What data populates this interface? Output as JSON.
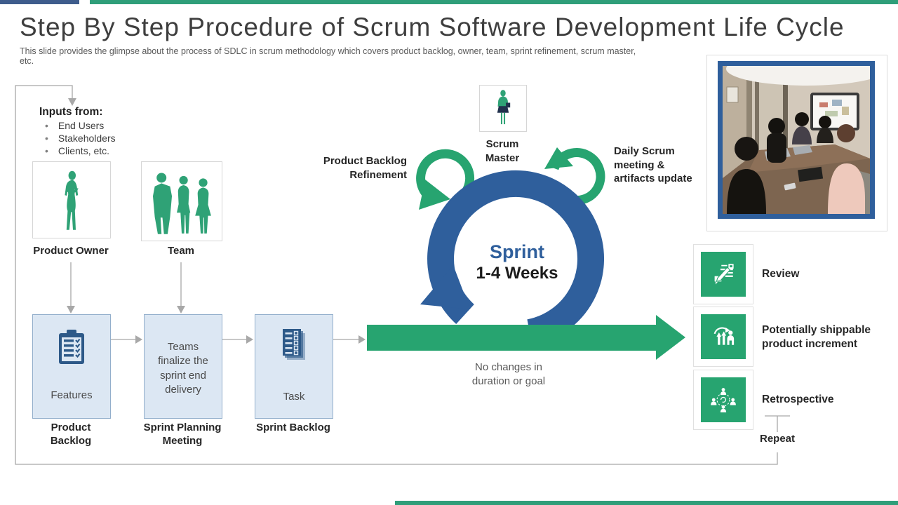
{
  "slide": {
    "title": "Step By Step Procedure of Scrum Software Development Life Cycle",
    "subtitle": "This slide provides the glimpse about the process of SDLC in scrum methodology which covers product backlog, owner, team, sprint refinement, scrum master, etc."
  },
  "inputs": {
    "heading": "Inputs from:",
    "items": [
      "End Users",
      "Stakeholders",
      "Clients, etc."
    ]
  },
  "figures": {
    "product_owner": "Product Owner",
    "team": "Team",
    "scrum_master": "Scrum Master"
  },
  "process": {
    "product_backlog": {
      "content": "Features",
      "label": "Product Backlog"
    },
    "sprint_planning": {
      "content": "Teams finalize the sprint end delivery",
      "label": "Sprint Planning Meeting"
    },
    "sprint_backlog": {
      "content": "Task",
      "label": "Sprint Backlog"
    }
  },
  "sprint": {
    "name": "Sprint",
    "duration": "1-4 Weeks",
    "note": "No changes in duration  or goal"
  },
  "loops": {
    "left": "Product Backlog Refinement",
    "right": "Daily Scrum meeting & artifacts update"
  },
  "outputs": [
    {
      "label": "Review",
      "icon": "review-icon"
    },
    {
      "label": "Potentially shippable product increment",
      "icon": "increment-icon"
    },
    {
      "label": "Retrospective",
      "icon": "retrospective-icon"
    }
  ],
  "repeat": {
    "label": "Repeat"
  },
  "colors": {
    "bar_blue": "#3e5c8c",
    "bar_green": "#2f9e79",
    "shape_green": "#27a470",
    "ring_blue": "#2f5f9c",
    "icon_navy": "#2d5988",
    "process_box_fill": "#dce7f3",
    "process_box_border": "#92aecb",
    "connector_gray": "#a8a8a8"
  }
}
